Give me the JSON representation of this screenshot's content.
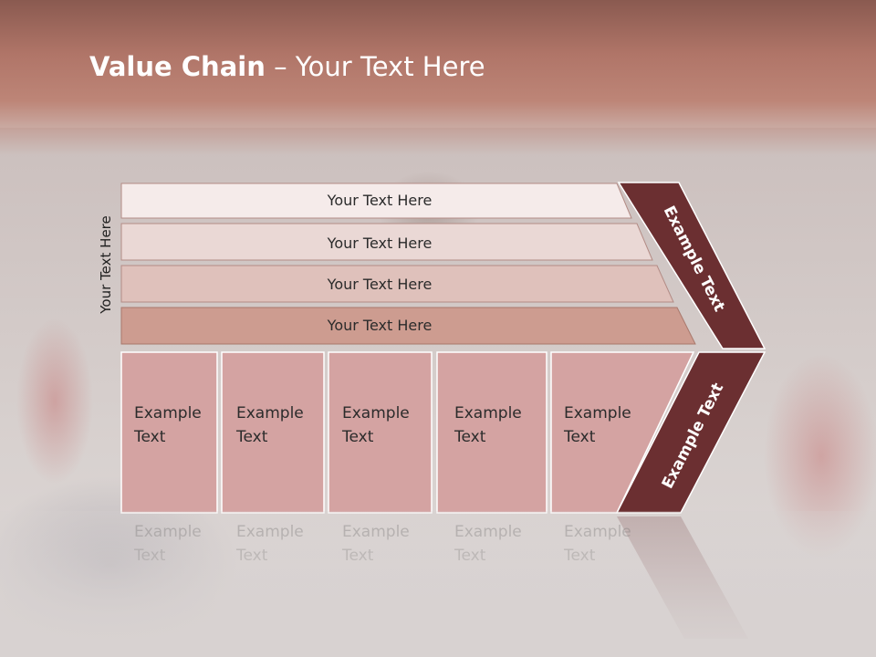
{
  "slide": {
    "title_bold": "Value Chain",
    "title_rest": " – Your Text Here",
    "vertical_label": "Your Text Here"
  },
  "rows": [
    {
      "label": "Your Text Here"
    },
    {
      "label": "Your Text Here"
    },
    {
      "label": "Your Text Here"
    },
    {
      "label": "Your Text Here"
    }
  ],
  "columns": [
    {
      "line1": "Example",
      "line2": "Text"
    },
    {
      "line1": "Example",
      "line2": "Text"
    },
    {
      "line1": "Example",
      "line2": "Text"
    },
    {
      "line1": "Example",
      "line2": "Text"
    },
    {
      "line1": "Example",
      "line2": "Text"
    }
  ],
  "arrow": {
    "upper_label": "Example Text",
    "lower_label": "Example Text"
  },
  "colors": {
    "row1": "#f5ebea",
    "row2": "#ead8d5",
    "row3": "#dfc1bb",
    "row4": "#cd9c90",
    "column_fill": "#d4a3a2",
    "arrow_fill": "#6b2f31",
    "title_band": "#b07568"
  }
}
